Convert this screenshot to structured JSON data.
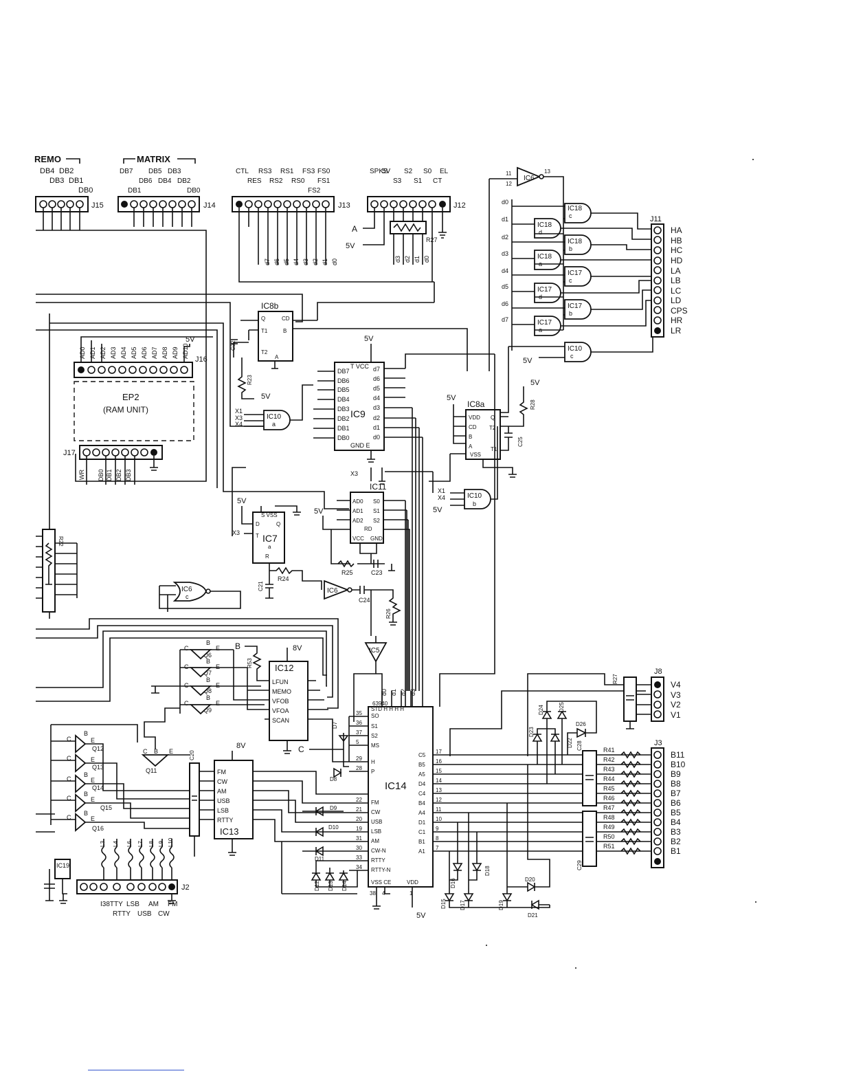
{
  "connector_groups": {
    "remo": "REMO",
    "matrix": "MATRIX",
    "j15_pins": [
      "DB4",
      "DB3",
      "DB2",
      "DB1",
      "DB0"
    ],
    "j14_pins": [
      "DB7",
      "DB6",
      "DB5",
      "DB4",
      "DB3",
      "DB2",
      "DB1",
      "DB0"
    ],
    "j13_pins": [
      "CTL",
      "RES",
      "RS3",
      "RS2",
      "RS1",
      "RS0",
      "FS3",
      "FS2",
      "FS1",
      "FS0"
    ],
    "j12_pins": [
      "SPKS",
      "5V",
      "S3",
      "S2",
      "S1",
      "S0",
      "CT",
      "EL"
    ]
  },
  "connectors": {
    "j15": "J15",
    "j14": "J14",
    "j13": "J13",
    "j12": "J12",
    "j11": "J11",
    "j16": "J16",
    "j17": "J17",
    "j8": "J8",
    "j3": "J3",
    "j2": "J2"
  },
  "j11_labels": [
    "HA",
    "HB",
    "HC",
    "HD",
    "LA",
    "LB",
    "LC",
    "LD",
    "CPS",
    "HR",
    "LR"
  ],
  "j8_labels": [
    "V4",
    "V3",
    "V2",
    "V1"
  ],
  "j3_labels": [
    "B11",
    "B10",
    "B9",
    "B8",
    "B7",
    "B6",
    "B5",
    "B4",
    "B3",
    "B2",
    "B1"
  ],
  "j3_resistors": [
    "R41",
    "R42",
    "R43",
    "R44",
    "R45",
    "R46",
    "R47",
    "R48",
    "R49",
    "R50",
    "R51"
  ],
  "j2_labels": [
    "I38TTY",
    "RTTY",
    "LSB",
    "USB",
    "AM",
    "CW",
    "FM"
  ],
  "j16_pins": [
    "AD0",
    "AD1",
    "AD2",
    "AD3",
    "AD4",
    "AD5",
    "AD6",
    "AD7",
    "AD8",
    "AD9",
    "AD10"
  ],
  "j17_pins": [
    "WR",
    "DB0",
    "DB1",
    "DB2",
    "DB3"
  ],
  "ep2": {
    "title": "EP2",
    "subtitle": "(RAM UNIT)"
  },
  "ics": {
    "ic8b": "IC8b",
    "ic9": "IC9",
    "ic8a": "IC8a",
    "ic10a": "IC10",
    "ic10b": "IC10",
    "ic10c": "IC10",
    "ic11": "IC11",
    "ic7": "IC7",
    "ic12": "IC12",
    "ic13": "IC13",
    "ic14": "IC14",
    "ic19": "IC19",
    "ic6c": "IC6",
    "ic6b": "IC6",
    "ic6d": "IC6",
    "ic5": "IC5",
    "ic18": [
      "IC18",
      "IC18",
      "IC18",
      "IC18"
    ],
    "ic17": [
      "IC17",
      "IC17",
      "IC17",
      "IC17"
    ]
  },
  "ic9_left": [
    "DB7",
    "DB6",
    "DB5",
    "DB4",
    "DB3",
    "DB2",
    "DB1",
    "DB0"
  ],
  "ic9_right": [
    "d7",
    "d6",
    "d5",
    "d4",
    "d3",
    "d2",
    "d1",
    "d0"
  ],
  "ic12_pins": [
    "LFUN",
    "MEMO",
    "VFOB",
    "VFOA",
    "SCAN"
  ],
  "ic13_pins": [
    "FM",
    "CW",
    "AM",
    "USB",
    "LSB",
    "RTTY"
  ],
  "ic14_left": [
    "SO",
    "S1",
    "S2",
    "MS",
    "H",
    "P",
    "FM",
    "CW",
    "USB",
    "LSB",
    "AM",
    "CW-N",
    "RTTY",
    "RTTY-N"
  ],
  "ic14_right": [
    "C5",
    "B5",
    "A5",
    "D4",
    "C4",
    "B4",
    "A4",
    "D1",
    "C1",
    "B1",
    "A1"
  ],
  "ic11_pins": [
    "AD0",
    "AD1",
    "AD2",
    "S0",
    "S1",
    "S2",
    "RD",
    "VCC",
    "GND"
  ],
  "transistors": [
    "Q6",
    "Q7",
    "Q8",
    "Q9",
    "Q11",
    "Q12",
    "Q13",
    "Q14",
    "Q15",
    "Q16"
  ],
  "diodes": [
    "D7",
    "D8",
    "D9",
    "D10",
    "D11",
    "D12",
    "D13",
    "D14",
    "D15",
    "D16",
    "D17",
    "D18",
    "D19",
    "D20",
    "D21",
    "D22",
    "D23",
    "D24",
    "D25",
    "D26"
  ],
  "resistors": [
    "R22",
    "R23",
    "R24",
    "R25",
    "R26",
    "R27",
    "R28",
    "R53"
  ],
  "capacitors": [
    "C20",
    "C21",
    "C22",
    "C23",
    "C24",
    "C25",
    "C28",
    "C29"
  ],
  "coils": [
    "L3",
    "L4",
    "L6",
    "L7",
    "L8",
    "L9",
    "L10"
  ],
  "supplies": {
    "v5": "5V",
    "v8": "8V"
  },
  "signal_labels": {
    "a": "A",
    "b": "B",
    "c": "C",
    "x1": "X1",
    "x3": "X3",
    "x4": "X4"
  }
}
